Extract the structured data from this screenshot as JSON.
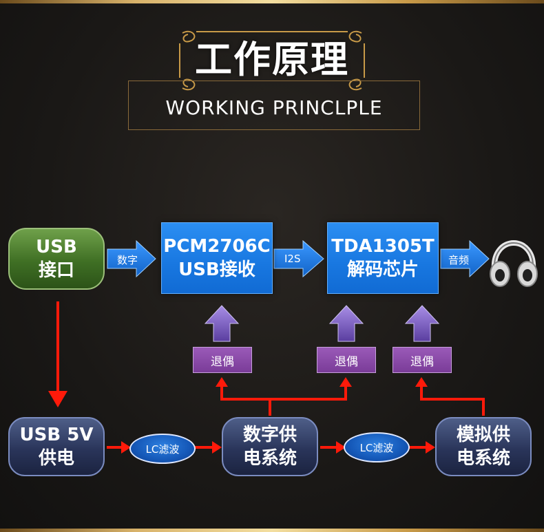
{
  "title": {
    "cn": "工作原理",
    "en": "WORKING PRINCLPLE"
  },
  "nodes": {
    "usb_port": [
      "USB",
      "接口"
    ],
    "pcm": [
      "PCM2706C",
      "USB接收"
    ],
    "tda": [
      "TDA1305T",
      "解码芯片"
    ],
    "usb5v": [
      "USB 5V",
      "供电"
    ],
    "digital_supply": [
      "数字供",
      "电系统"
    ],
    "analog_supply": [
      "模拟供",
      "电系统"
    ]
  },
  "arrows": {
    "digital": "数字",
    "i2s": "I2S",
    "audio": "音频"
  },
  "filters": {
    "lc1": "LC滤波",
    "lc2": "LC滤波"
  },
  "decoupling": [
    "退偶",
    "退偶",
    "退偶"
  ],
  "colors": {
    "red_arrow": "#ff1a0a",
    "blue_arrow": "#1f7fe8",
    "purple_arrow": "#6a4cb0",
    "gold": "#c89a48"
  }
}
